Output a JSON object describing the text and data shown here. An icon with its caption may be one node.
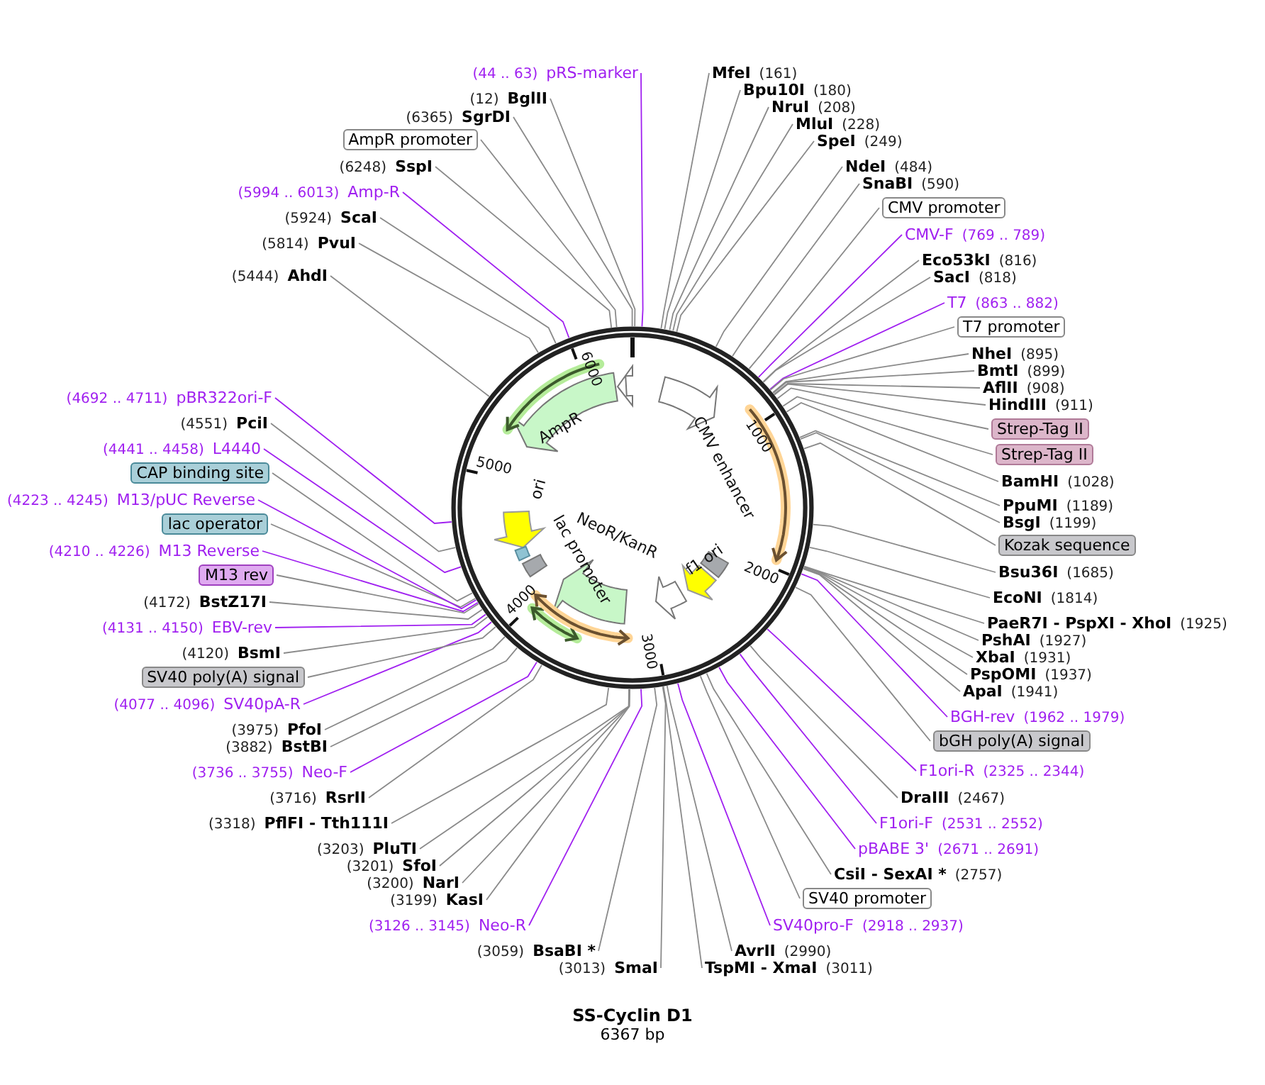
{
  "diagram": {
    "title": "SS-Cyclin D1",
    "caption": "6367 bp",
    "nodes": [
      {
        "text": [
          "(44 .. 63)",
          "pRS-marker"
        ]
      },
      {
        "text": [
          "(12)",
          "BglII"
        ]
      },
      {
        "text": [
          "(6365)",
          "SgrDI"
        ]
      },
      {
        "text": [
          "AmpR promoter"
        ]
      },
      {
        "text": [
          "(6248)",
          "SspI"
        ]
      },
      {
        "text": [
          "(5994 .. 6013)",
          "Amp-R"
        ]
      },
      {
        "text": [
          "(5924)",
          "ScaI"
        ]
      },
      {
        "text": [
          "(5814)",
          "PvuI"
        ]
      },
      {
        "text": [
          "(5444)",
          "AhdI"
        ]
      },
      {
        "text": [
          "MfeI",
          "(161)"
        ]
      },
      {
        "text": [
          "Bpu10I",
          "(180)"
        ]
      },
      {
        "text": [
          "NruI",
          "(208)"
        ]
      },
      {
        "text": [
          "MluI",
          "(228)"
        ]
      },
      {
        "text": [
          "SpeI",
          "(249)"
        ]
      },
      {
        "text": [
          "NdeI",
          "(484)"
        ]
      },
      {
        "text": [
          "SnaBI",
          "(590)"
        ]
      },
      {
        "text": [
          "CMV promoter"
        ]
      },
      {
        "text": [
          "CMV-F",
          "(769 .. 789)"
        ]
      },
      {
        "text": [
          "Eco53kI",
          "(816)"
        ]
      },
      {
        "text": [
          "SacI",
          "(818)"
        ]
      },
      {
        "text": [
          "T7",
          "(863 .. 882)"
        ]
      },
      {
        "text": [
          "T7 promoter"
        ]
      },
      {
        "text": [
          "NheI",
          "(895)"
        ]
      },
      {
        "text": [
          "BmtI",
          "(899)"
        ]
      },
      {
        "text": [
          "AflII",
          "(908)"
        ]
      },
      {
        "text": [
          "HindIII",
          "(911)"
        ]
      },
      {
        "text": [
          "Strep-Tag II"
        ]
      },
      {
        "text": [
          "Strep-Tag II"
        ]
      },
      {
        "text": [
          "BamHI",
          "(1028)"
        ]
      },
      {
        "text": [
          "PpuMI",
          "(1189)"
        ]
      },
      {
        "text": [
          "BsgI",
          "(1199)"
        ]
      },
      {
        "text": [
          "Kozak sequence"
        ]
      },
      {
        "text": [
          "Bsu36I",
          "(1685)"
        ]
      },
      {
        "text": [
          "EcoNI",
          "(1814)"
        ]
      },
      {
        "text": [
          "PaeR7I - PspXI - XhoI",
          "(1925)"
        ]
      },
      {
        "text": [
          "PshAI",
          "(1927)"
        ]
      },
      {
        "text": [
          "XbaI",
          "(1931)"
        ]
      },
      {
        "text": [
          "PspOMI",
          "(1937)"
        ]
      },
      {
        "text": [
          "ApaI",
          "(1941)"
        ]
      },
      {
        "text": [
          "BGH-rev",
          "(1962 .. 1979)"
        ]
      },
      {
        "text": [
          "bGH poly(A) signal"
        ]
      },
      {
        "text": [
          "F1ori-R",
          "(2325 .. 2344)"
        ]
      },
      {
        "text": [
          "DraIII",
          "(2467)"
        ]
      },
      {
        "text": [
          "F1ori-F",
          "(2531 .. 2552)"
        ]
      },
      {
        "text": [
          "pBABE 3'",
          "(2671 .. 2691)"
        ]
      },
      {
        "text": [
          "CsiI - SexAI *",
          "(2757)"
        ]
      },
      {
        "text": [
          "SV40 promoter"
        ]
      },
      {
        "text": [
          "SV40pro-F",
          "(2918 .. 2937)"
        ]
      },
      {
        "text": [
          "AvrII",
          "(2990)"
        ]
      },
      {
        "text": [
          "TspMI - XmaI",
          "(3011)"
        ]
      },
      {
        "text": [
          "(3013)",
          "SmaI"
        ]
      },
      {
        "text": [
          "(3059)",
          "BsaBI *"
        ]
      },
      {
        "text": [
          "(3126 .. 3145)",
          "Neo-R"
        ]
      },
      {
        "text": [
          "(3199)",
          "KasI"
        ]
      },
      {
        "text": [
          "(3200)",
          "NarI"
        ]
      },
      {
        "text": [
          "(3201)",
          "SfoI"
        ]
      },
      {
        "text": [
          "(3203)",
          "PluTI"
        ]
      },
      {
        "text": [
          "(3318)",
          "PflFI - Tth111I"
        ]
      },
      {
        "text": [
          "(3716)",
          "RsrII"
        ]
      },
      {
        "text": [
          "(3736 .. 3755)",
          "Neo-F"
        ]
      },
      {
        "text": [
          "(3882)",
          "BstBI"
        ]
      },
      {
        "text": [
          "(3975)",
          "PfoI"
        ]
      },
      {
        "text": [
          "(4077 .. 4096)",
          "SV40pA-R"
        ]
      },
      {
        "text": [
          "SV40 poly(A) signal"
        ]
      },
      {
        "text": [
          "(4120)",
          "BsmI"
        ]
      },
      {
        "text": [
          "(4131 .. 4150)",
          "EBV-rev"
        ]
      },
      {
        "text": [
          "(4172)",
          "BstZ17I"
        ]
      },
      {
        "text": [
          "M13 rev"
        ]
      },
      {
        "text": [
          "(4210 .. 4226)",
          "M13 Reverse"
        ]
      },
      {
        "text": [
          "lac operator"
        ]
      },
      {
        "text": [
          "(4223 .. 4245)",
          "M13/pUC Reverse"
        ]
      },
      {
        "text": [
          "CAP binding site"
        ]
      },
      {
        "text": [
          "(4441 .. 4458)",
          "L4440"
        ]
      },
      {
        "text": [
          "(4551)",
          "PciI"
        ]
      },
      {
        "text": [
          "(4692 .. 4711)",
          "pBR322ori-F"
        ]
      },
      {
        "text": [],
        "shape": "circle"
      }
    ],
    "edges": [
      {
        "from": 0,
        "to": 75,
        "arrow": "none",
        "color": "#a020f0"
      },
      {
        "from": 1,
        "to": 75,
        "arrow": "none"
      },
      {
        "from": 2,
        "to": 75,
        "arrow": "none"
      },
      {
        "from": 3,
        "to": 75,
        "arrow": "none"
      },
      {
        "from": 4,
        "to": 75,
        "arrow": "none"
      },
      {
        "from": 5,
        "to": 75,
        "arrow": "none",
        "color": "#a020f0"
      },
      {
        "from": 6,
        "to": 75,
        "arrow": "none"
      },
      {
        "from": 7,
        "to": 75,
        "arrow": "none"
      },
      {
        "from": 8,
        "to": 75,
        "arrow": "none"
      },
      {
        "from": 9,
        "to": 75,
        "arrow": "none"
      },
      {
        "from": 10,
        "to": 75,
        "arrow": "none"
      },
      {
        "from": 11,
        "to": 75,
        "arrow": "none"
      },
      {
        "from": 12,
        "to": 75,
        "arrow": "none"
      },
      {
        "from": 13,
        "to": 75,
        "arrow": "none"
      },
      {
        "from": 14,
        "to": 75,
        "arrow": "none"
      },
      {
        "from": 15,
        "to": 75,
        "arrow": "none"
      },
      {
        "from": 16,
        "to": 75,
        "arrow": "none"
      },
      {
        "from": 17,
        "to": 75,
        "arrow": "none",
        "color": "#a020f0"
      },
      {
        "from": 18,
        "to": 75,
        "arrow": "none"
      },
      {
        "from": 19,
        "to": 75,
        "arrow": "none"
      },
      {
        "from": 20,
        "to": 75,
        "arrow": "none",
        "color": "#a020f0"
      },
      {
        "from": 21,
        "to": 75,
        "arrow": "none"
      },
      {
        "from": 22,
        "to": 75,
        "arrow": "none"
      },
      {
        "from": 23,
        "to": 75,
        "arrow": "none"
      },
      {
        "from": 24,
        "to": 75,
        "arrow": "none"
      },
      {
        "from": 25,
        "to": 75,
        "arrow": "none"
      },
      {
        "from": 26,
        "to": 75,
        "arrow": "none"
      },
      {
        "from": 27,
        "to": 75,
        "arrow": "none"
      },
      {
        "from": 28,
        "to": 75,
        "arrow": "none"
      },
      {
        "from": 29,
        "to": 75,
        "arrow": "none"
      },
      {
        "from": 30,
        "to": 75,
        "arrow": "none"
      },
      {
        "from": 31,
        "to": 75,
        "arrow": "none"
      },
      {
        "from": 32,
        "to": 75,
        "arrow": "none"
      },
      {
        "from": 33,
        "to": 75,
        "arrow": "none"
      },
      {
        "from": 34,
        "to": 75,
        "arrow": "none"
      },
      {
        "from": 35,
        "to": 75,
        "arrow": "none"
      },
      {
        "from": 36,
        "to": 75,
        "arrow": "none"
      },
      {
        "from": 37,
        "to": 75,
        "arrow": "none"
      },
      {
        "from": 38,
        "to": 75,
        "arrow": "none"
      },
      {
        "from": 39,
        "to": 75,
        "arrow": "none",
        "color": "#a020f0"
      },
      {
        "from": 40,
        "to": 75,
        "arrow": "none"
      },
      {
        "from": 41,
        "to": 75,
        "arrow": "none",
        "color": "#a020f0"
      },
      {
        "from": 42,
        "to": 75,
        "arrow": "none"
      },
      {
        "from": 43,
        "to": 75,
        "arrow": "none",
        "color": "#a020f0"
      },
      {
        "from": 44,
        "to": 75,
        "arrow": "none",
        "color": "#a020f0"
      },
      {
        "from": 45,
        "to": 75,
        "arrow": "none"
      },
      {
        "from": 46,
        "to": 75,
        "arrow": "none"
      },
      {
        "from": 47,
        "to": 75,
        "arrow": "none",
        "color": "#a020f0"
      },
      {
        "from": 48,
        "to": 75,
        "arrow": "none"
      },
      {
        "from": 49,
        "to": 75,
        "arrow": "none"
      },
      {
        "from": 50,
        "to": 75,
        "arrow": "none"
      },
      {
        "from": 51,
        "to": 75,
        "arrow": "none"
      },
      {
        "from": 52,
        "to": 75,
        "arrow": "none",
        "color": "#a020f0"
      },
      {
        "from": 53,
        "to": 75,
        "arrow": "none"
      },
      {
        "from": 54,
        "to": 75,
        "arrow": "none"
      },
      {
        "from": 55,
        "to": 75,
        "arrow": "none"
      },
      {
        "from": 56,
        "to": 75,
        "arrow": "none"
      },
      {
        "from": 57,
        "to": 75,
        "arrow": "none"
      },
      {
        "from": 58,
        "to": 75,
        "arrow": "none"
      },
      {
        "from": 59,
        "to": 75,
        "arrow": "none",
        "color": "#a020f0"
      },
      {
        "from": 60,
        "to": 75,
        "arrow": "none"
      },
      {
        "from": 61,
        "to": 75,
        "arrow": "none"
      },
      {
        "from": 62,
        "to": 75,
        "arrow": "none",
        "color": "#a020f0"
      },
      {
        "from": 63,
        "to": 75,
        "arrow": "none"
      },
      {
        "from": 64,
        "to": 75,
        "arrow": "none"
      },
      {
        "from": 65,
        "to": 75,
        "arrow": "none",
        "color": "#a020f0"
      },
      {
        "from": 66,
        "to": 75,
        "arrow": "none"
      },
      {
        "from": 67,
        "to": 75,
        "arrow": "none"
      },
      {
        "from": 68,
        "to": 75,
        "arrow": "none",
        "color": "#a020f0"
      },
      {
        "from": 69,
        "to": 75,
        "arrow": "none"
      },
      {
        "from": 70,
        "to": 75,
        "arrow": "none",
        "color": "#a020f0"
      },
      {
        "from": 71,
        "to": 75,
        "arrow": "none"
      },
      {
        "from": 72,
        "to": 75,
        "arrow": "none",
        "color": "#a020f0"
      },
      {
        "from": 73,
        "to": 75,
        "arrow": "none"
      },
      {
        "from": 74,
        "to": 75,
        "arrow": "none",
        "color": "#a020f0"
      }
    ],
    "labels": [
      "6000",
      "1000",
      "AmpR",
      "CMV enhancer",
      "5000",
      "ori",
      "lac promoter",
      "NeoR/KanR",
      "f1 ori",
      "2000",
      "4000",
      "3000"
    ]
  }
}
